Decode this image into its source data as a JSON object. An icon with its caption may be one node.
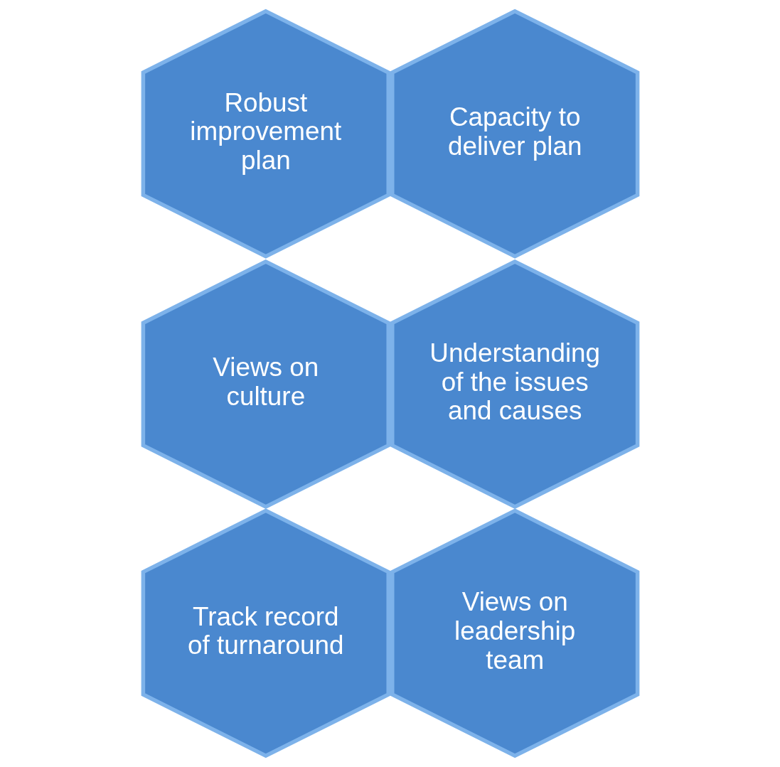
{
  "diagram": {
    "nodes": [
      {
        "text": [
          "Robust improvement plan"
        ]
      },
      {
        "text": [
          "Capacity to deliver plan"
        ]
      },
      {
        "text": [
          "Views on culture"
        ]
      },
      {
        "text": [
          "Understanding of the issues and causes"
        ]
      },
      {
        "text": [
          "Track record of turnaround"
        ]
      },
      {
        "text": [
          "Views on leadership team"
        ]
      }
    ]
  }
}
